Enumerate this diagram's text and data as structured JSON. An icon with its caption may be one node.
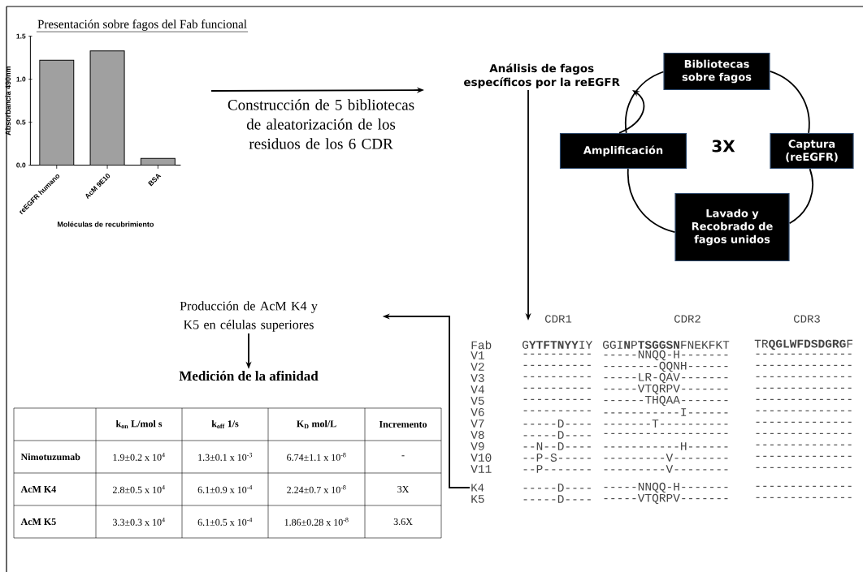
{
  "diagram": {
    "title": "Presentación sobre fagos del Fab funcional",
    "nodes": [
      {
        "text": [
          "Análisis de fagos específicos por la reEGFR"
        ]
      },
      {
        "text": [
          "Bibliotecas sobre fagos"
        ]
      },
      {
        "text": [
          "Captura (reEGFR)"
        ]
      },
      {
        "text": [
          "Lavado y Recobrado de fagos unidos"
        ]
      },
      {
        "text": [
          "Amplificación"
        ]
      },
      {
        "text": [
          "Producción de AcM K4 y K5 en células superiores"
        ]
      },
      {
        "text": [
          "Medición de la afinidad"
        ]
      },
      {
        "text": [
          "K4"
        ]
      }
    ],
    "edges": [
      {
        "from": null,
        "to": 0,
        "arrow": "to",
        "label": "Construcción de 5 bibliotecas de aleatorización de los residuos de los 6 CDR"
      },
      {
        "from": 1,
        "to": 2,
        "arrow": "none"
      },
      {
        "from": 2,
        "to": 3,
        "arrow": "none"
      },
      {
        "from": 3,
        "to": 4,
        "arrow": "none"
      },
      {
        "from": 4,
        "to": 1,
        "arrow": "none"
      },
      {
        "from": 4,
        "to": 0,
        "arrow": "to"
      },
      {
        "from": 0,
        "to": null,
        "arrow": "to"
      },
      {
        "from": 7,
        "to": 5,
        "arrow": "to"
      },
      {
        "from": 5,
        "to": 6,
        "arrow": "to"
      }
    ],
    "labels": [
      "3X",
      "CDR1",
      "CDR2",
      "CDR3",
      "Fab",
      "G**YTFTNYY**IY",
      "GGI**N**P**TSGGSN**FNEKFKT",
      "TR**QGLWFDSDGRG**F",
      "V1",
      "----------",
      "-----NNQQ-H-------",
      "--------------",
      "V2",
      "----------",
      "--------QQNH------",
      "--------------",
      "V3",
      "----------",
      "-----LR-QAV-------",
      "--------------",
      "V4",
      "----------",
      "-----VTQRPV-------",
      "--------------",
      "V5",
      "----------",
      "------THQAA-------",
      "--------------",
      "V6",
      "----------",
      "-----------I------",
      "--------------",
      "V7",
      "-----D----",
      "-------T----------",
      "--------------",
      "V8",
      "-----D----",
      "------------------",
      "--------------",
      "V9",
      "--N--D----",
      "-----------H------",
      "--------------",
      "V10",
      "--P-S-----",
      "---------V--------",
      "--------------",
      "V11",
      "--P-------",
      "---------V--------",
      "--------------",
      "-----D----",
      "-----NNQQ-H-------",
      "--------------",
      "K5",
      "-----D----",
      "-----VTQRPV-------",
      "--------------",
      "k$_{on}$ L/mol s",
      "k$_{off}$ 1/s",
      "K$_{D}$ mol/L",
      "Incremento",
      "Nimotuzumab",
      "1.9±0.2 x 10$^{4}$",
      "1.3±0.1 x 10$^{-3}$",
      "6.74±1.1 x 10$^{-8}$",
      "-",
      "AcM K4",
      "2.8±0.5 x 10$^{4}$",
      "6.1±0.9 x 10$^{-4}$",
      "2.24±0.7 x 10$^{-8}$",
      "3X",
      "AcM K5",
      "3.3±0.3 x 10$^{4}$",
      "6.1±0.5 x 10$^{-4}$",
      "1.86±0.28 x 10$^{-8}$",
      "3.6X"
    ],
    "chart_data": {
      "type": "bar",
      "xlabel": "Moléculas de recubrimiento",
      "ylabel": "Absorbancia 490nm",
      "categories": [
        "reEGFR humano",
        "AcM 9E10",
        "BSA"
      ],
      "values": [
        1.22,
        1.33,
        0.08
      ],
      "ylim": [
        0,
        1.5
      ],
      "yticks": [
        {
          "value": 0,
          "label": "0.0"
        },
        {
          "value": 0.5,
          "label": "0.5"
        },
        {
          "value": 1,
          "label": "1.0"
        },
        {
          "value": 1.5,
          "label": "1.5"
        }
      ]
    }
  }
}
